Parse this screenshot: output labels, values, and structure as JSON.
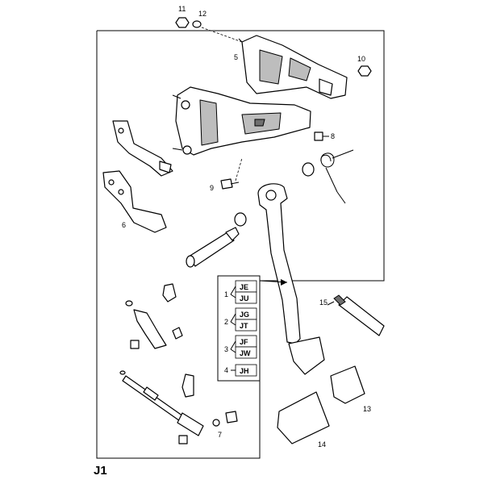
{
  "sheet_label": "J1",
  "callouts": [
    "1",
    "2",
    "3",
    "4",
    "5",
    "6",
    "7",
    "8",
    "9",
    "10",
    "11",
    "12",
    "13",
    "14",
    "15"
  ],
  "variant_table": {
    "rows": [
      {
        "num": "1",
        "codes": [
          "JE",
          "JU"
        ]
      },
      {
        "num": "2",
        "codes": [
          "JG",
          "JT"
        ]
      },
      {
        "num": "3",
        "codes": [
          "JF",
          "JW"
        ]
      },
      {
        "num": "4",
        "codes": [
          "JH"
        ]
      }
    ]
  }
}
